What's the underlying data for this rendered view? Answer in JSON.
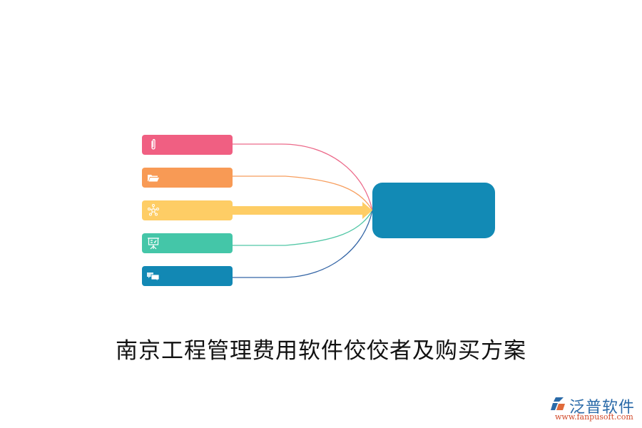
{
  "diagram": {
    "type": "fan-in mind map",
    "nodes": [
      {
        "id": "n1",
        "icon": "paperclip-icon",
        "color": "#f05f82",
        "label": ""
      },
      {
        "id": "n2",
        "icon": "folder-open-icon",
        "color": "#f89a55",
        "label": ""
      },
      {
        "id": "n3",
        "icon": "network-hub-icon",
        "color": "#fecd65",
        "label": ""
      },
      {
        "id": "n4",
        "icon": "presentation-board-icon",
        "color": "#44c6a8",
        "label": ""
      },
      {
        "id": "n5",
        "icon": "chat-bubbles-icon",
        "color": "#1288b4",
        "label": ""
      }
    ],
    "center": {
      "color": "#128ab5",
      "label": ""
    },
    "link_colors": [
      "#ec6a8a",
      "#f79e5e",
      "#fecd65",
      "#52c7a6",
      "#3566a6"
    ]
  },
  "title": "南京工程管理费用软件佼佼者及购买方案",
  "logo": {
    "brand": "泛普软件",
    "url": "www.fanpusoft.com"
  }
}
